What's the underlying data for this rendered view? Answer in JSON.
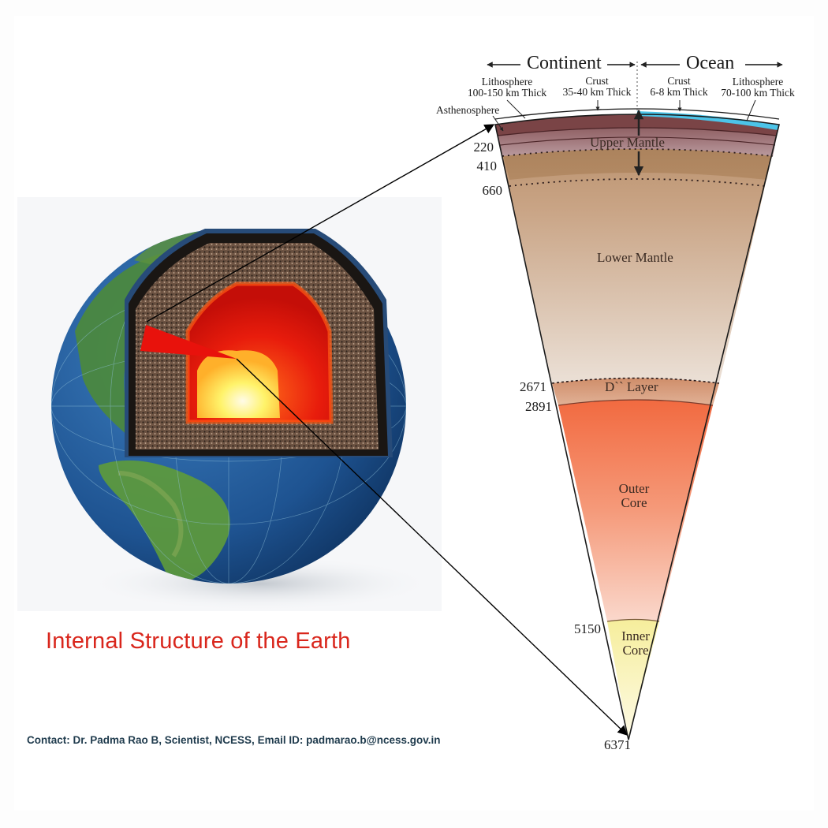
{
  "title": "Internal Structure of the Earth",
  "contact": "Contact: Dr. Padma Rao B, Scientist, NCESS, Email ID: padmarao.b@ncess.gov.in",
  "header": {
    "continent": "Continent",
    "ocean": "Ocean"
  },
  "surface_labels": {
    "continental_lithosphere": {
      "name": "Lithosphere",
      "thickness": "100-150 km Thick"
    },
    "continental_crust": {
      "name": "Crust",
      "thickness": "35-40 km Thick"
    },
    "oceanic_crust": {
      "name": "Crust",
      "thickness": "6-8 km Thick"
    },
    "oceanic_lithosphere": {
      "name": "Lithosphere",
      "thickness": "70-100 km Thick"
    },
    "asthenosphere": "Asthenosphere"
  },
  "depths": {
    "d220": "220",
    "d410": "410",
    "d660": "660",
    "d2671": "2671",
    "d2891": "2891",
    "d5150": "5150",
    "d6371": "6371"
  },
  "layers": {
    "upper_mantle": "Upper Mantle",
    "lower_mantle": "Lower Mantle",
    "d_layer": "D`` Layer",
    "outer_core_1": "Outer",
    "outer_core_2": "Core",
    "inner_core_1": "Inner",
    "inner_core_2": "Core"
  },
  "colors": {
    "title_red": "#d9261c",
    "contact_text": "#1f3b4d",
    "upper_mantle": "#8a5a5c",
    "lower_mantle": "#b8906c",
    "d_layer": "#d49a78",
    "outer_core": "#f4764c",
    "inner_core": "#f7f0a8",
    "oceanic_crust": "#4cc4e8"
  }
}
